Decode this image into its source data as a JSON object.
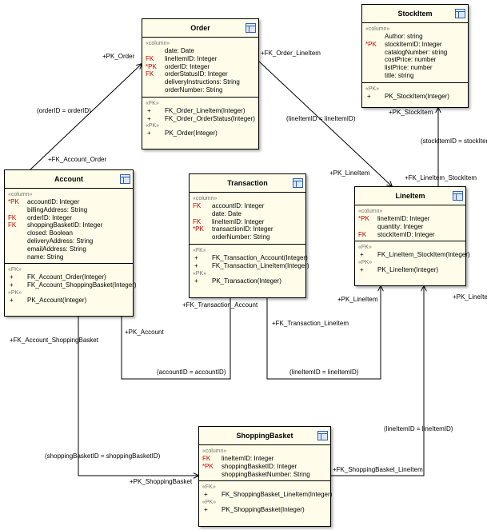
{
  "entities": {
    "order": {
      "name": "Order",
      "columns_stereotype": "«column»",
      "columns": [
        {
          "marker": "",
          "text": "date:  Date"
        },
        {
          "marker": "FK",
          "text": "lineItemID:  Integer"
        },
        {
          "marker": "*PK",
          "text": "orderID:  Integer"
        },
        {
          "marker": "FK",
          "text": "orderStatusID:  Integer"
        },
        {
          "marker": "",
          "text": "deliveryInstructions:  String"
        },
        {
          "marker": "",
          "text": "orderNumber:  String"
        }
      ],
      "fk_stereotype": "«FK»",
      "fk_ops": [
        {
          "marker": "+",
          "text": "FK_Order_LineItem(Integer)"
        },
        {
          "marker": "+",
          "text": "FK_Order_OrderStatus(Integer)"
        }
      ],
      "pk_stereotype": "«PK»",
      "pk_ops": [
        {
          "marker": "+",
          "text": "PK_Order(Integer)"
        }
      ]
    },
    "stockitem": {
      "name": "StockItem",
      "columns_stereotype": "«column»",
      "columns": [
        {
          "marker": "",
          "text": "Author:  string"
        },
        {
          "marker": "*PK",
          "text": "stockItemID:  Integer"
        },
        {
          "marker": "",
          "text": "catalogNumber:  string"
        },
        {
          "marker": "",
          "text": "costPrice:  number"
        },
        {
          "marker": "",
          "text": "listPrice:  number"
        },
        {
          "marker": "",
          "text": "title:  string"
        }
      ],
      "pk_stereotype": "«PK»",
      "pk_ops": [
        {
          "marker": "+",
          "text": "PK_StockItem(Integer)"
        }
      ]
    },
    "account": {
      "name": "Account",
      "columns_stereotype": "«column»",
      "columns": [
        {
          "marker": "*PK",
          "text": "accountID:  Integer"
        },
        {
          "marker": "",
          "text": "billingAddress:  String"
        },
        {
          "marker": "FK",
          "text": "orderID:  Integer"
        },
        {
          "marker": "FK",
          "text": "shoppingBasketID:  Integer"
        },
        {
          "marker": "",
          "text": "closed:  Boolean"
        },
        {
          "marker": "",
          "text": "deliveryAddress:  String"
        },
        {
          "marker": "",
          "text": "emailAddress:  String"
        },
        {
          "marker": "",
          "text": "name:  String"
        }
      ],
      "fk_stereotype": "«FK»",
      "fk_ops": [
        {
          "marker": "+",
          "text": "FK_Account_Order(Integer)"
        },
        {
          "marker": "+",
          "text": "FK_Account_ShoppingBasket(Integer)"
        }
      ],
      "pk_stereotype": "«PK»",
      "pk_ops": [
        {
          "marker": "+",
          "text": "PK_Account(Integer)"
        }
      ]
    },
    "transaction": {
      "name": "Transaction",
      "columns_stereotype": "«column»",
      "columns": [
        {
          "marker": "FK",
          "text": "accountID:  Integer"
        },
        {
          "marker": "",
          "text": "date:  Date"
        },
        {
          "marker": "FK",
          "text": "lineItemID:  Integer"
        },
        {
          "marker": "*PK",
          "text": "transactionID:  Integer"
        },
        {
          "marker": "",
          "text": "orderNumber:  String"
        }
      ],
      "fk_stereotype": "«FK»",
      "fk_ops": [
        {
          "marker": "+",
          "text": "FK_Transaction_Account(Integer)"
        },
        {
          "marker": "+",
          "text": "FK_Transaction_LineItem(Integer)"
        }
      ],
      "pk_stereotype": "«PK»",
      "pk_ops": [
        {
          "marker": "+",
          "text": "PK_Transaction(Integer)"
        }
      ]
    },
    "lineitem": {
      "name": "LineItem",
      "columns_stereotype": "«column»",
      "columns": [
        {
          "marker": "*PK",
          "text": "lineItemID:  Integer"
        },
        {
          "marker": "",
          "text": "quantity:  Integer"
        },
        {
          "marker": "FK",
          "text": "stockItemID:  Integer"
        }
      ],
      "fk_stereotype": "«FK»",
      "fk_ops": [
        {
          "marker": "+",
          "text": "FK_LineItem_StockItem(Integer)"
        }
      ],
      "pk_stereotype": "«PK»",
      "pk_ops": [
        {
          "marker": "+",
          "text": "PK_LineItem(Integer)"
        }
      ]
    },
    "shoppingbasket": {
      "name": "ShoppingBasket",
      "columns_stereotype": "«column»",
      "columns": [
        {
          "marker": "FK",
          "text": "lineItemID:  Integer"
        },
        {
          "marker": "*PK",
          "text": "shoppingBasketID:  Integer"
        },
        {
          "marker": "",
          "text": "shoppingBasketNumber:  String"
        }
      ],
      "fk_stereotype": "«FK»",
      "fk_ops": [
        {
          "marker": "+",
          "text": "FK_ShoppingBasket_LineItem(Integer)"
        }
      ],
      "pk_stereotype": "«PK»",
      "pk_ops": [
        {
          "marker": "+",
          "text": "PK_ShoppingBasket(Integer)"
        }
      ]
    }
  },
  "labels": {
    "pk_order": "+PK_Order",
    "orderid_eq": "(orderID = orderID)",
    "fk_account_order": "+FK_Account_Order",
    "fk_order_lineitem": "+FK_Order_LineItem",
    "lineitemid_eq_1": "(lineItemID = lineItemID)",
    "pk_lineitem_1": "+PK_LineItem",
    "pk_stockitem": "+PK_StockItem",
    "stockitemid_eq": "(stockItemID = stockItemID)",
    "fk_lineitem_stockitem": "+FK_LineItem_StockItem",
    "fk_transaction_account": "+FK_Transaction_Account",
    "pk_account": "+PK_Account",
    "accountid_eq": "(accountID = accountID)",
    "fk_account_shoppingbasket": "+FK_Account_ShoppingBasket",
    "fk_transaction_lineitem": "+FK_Transaction_LineItem",
    "pk_lineitem_2": "+PK_LineItem",
    "pk_lineitem_3": "+PK_LineItem",
    "lineitemid_eq_2": "(lineItemID = lineItemID)",
    "lineitemid_eq_3": "(lineItemID = lineItemID)",
    "shoppingbasketid_eq": "(shoppingBasketID = shoppingBasketID)",
    "pk_shoppingbasket": "+PK_ShoppingBasket",
    "fk_shoppingbasket_lineitem": "+FK_ShoppingBasket_LineItem"
  }
}
